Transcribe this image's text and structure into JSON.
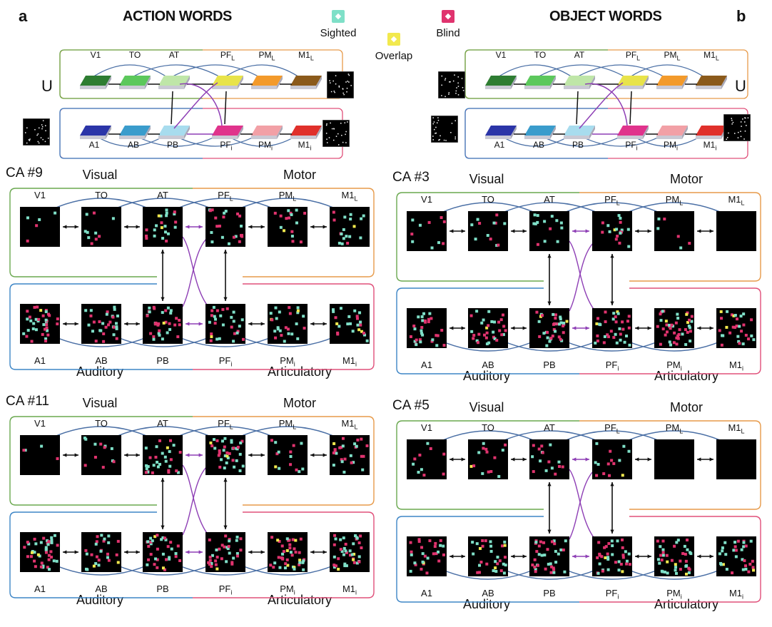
{
  "panel_a_letter": "a",
  "panel_b_letter": "b",
  "action_header": "ACTION WORDS",
  "object_header": "OBJECT WORDS",
  "legend": {
    "sighted": "Sighted",
    "blind": "Blind",
    "overlap": "Overlap",
    "colors": {
      "sighted": "#7fe0c8",
      "blind": "#e0336e",
      "overlap": "#f2e94e"
    }
  },
  "u_label": "U",
  "areas_top": [
    "V1",
    "TO",
    "AT",
    "PFL",
    "PML",
    "M1L"
  ],
  "areas_bottom": [
    "A1",
    "AB",
    "PB",
    "PFi",
    "PMi",
    "M1i"
  ],
  "area_colors": {
    "top": [
      "#2e7d32",
      "#5cc85c",
      "#bfe6a8",
      "#e8e34a",
      "#f39a2b",
      "#8b5a1b"
    ],
    "bottom": [
      "#2b35a8",
      "#3a9ccc",
      "#a8dcee",
      "#e0338c",
      "#f2a0a6",
      "#e0302b"
    ]
  },
  "category_labels": {
    "visual": "Visual",
    "motor": "Motor",
    "auditory": "Auditory",
    "articulatory": "Articulatory"
  },
  "cas": [
    {
      "title": "CA #9"
    },
    {
      "title": "CA #3"
    },
    {
      "title": "CA #11"
    },
    {
      "title": "CA #5"
    }
  ]
}
